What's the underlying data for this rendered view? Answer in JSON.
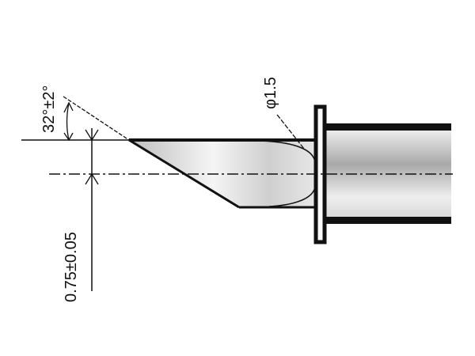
{
  "labels": {
    "angle": "32°±2°",
    "offset": "0.75±0.05",
    "diameter": "φ1.5"
  },
  "colors": {
    "line": "#111111",
    "fill_dark": "#a8a8a8",
    "fill_light": "#f4f4f4"
  }
}
